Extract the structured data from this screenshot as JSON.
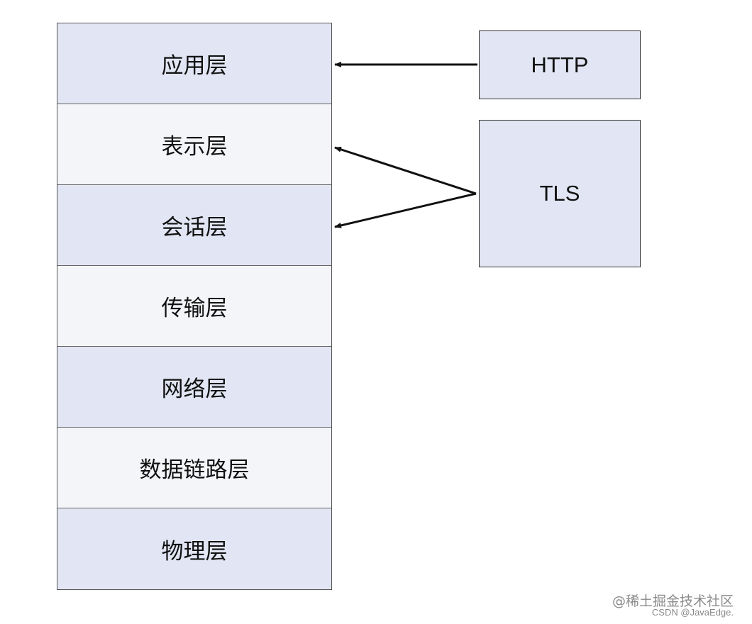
{
  "layers": [
    "应用层",
    "表示层",
    "会话层",
    "传输层",
    "网络层",
    "数据链路层",
    "物理层"
  ],
  "protocols": {
    "http": "HTTP",
    "tls": "TLS"
  },
  "connections": [
    {
      "from": "HTTP",
      "to": "应用层"
    },
    {
      "from": "TLS",
      "to": "表示层"
    },
    {
      "from": "TLS",
      "to": "会话层"
    }
  ],
  "colors": {
    "layer_shaded": "#e2e6f4",
    "layer_light": "#f4f5f9",
    "protocol_fill": "#e2e6f4",
    "arrow": "#111111"
  },
  "watermark": {
    "line1": "@稀土掘金技术社区",
    "line2": "CSDN @JavaEdge."
  }
}
